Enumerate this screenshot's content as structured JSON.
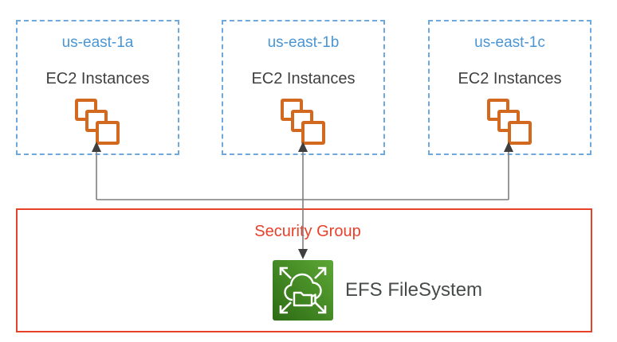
{
  "diagram": {
    "availability_zones": [
      {
        "name": "us-east-1a",
        "instances_label": "EC2 Instances"
      },
      {
        "name": "us-east-1b",
        "instances_label": "EC2 Instances"
      },
      {
        "name": "us-east-1c",
        "instances_label": "EC2 Instances"
      }
    ],
    "security_group": {
      "label": "Security Group"
    },
    "efs": {
      "label": "EFS FileSystem"
    },
    "icons": {
      "ec2": "stacked-instance-squares-icon",
      "efs": "cloud-folder-expand-arrows-icon"
    },
    "colors": {
      "az_border_blue": "#6FA8DC",
      "az_title_blue": "#4A96D4",
      "ec2_orange": "#D2691E",
      "security_group_red": "#E8412A",
      "connector_line_gray": "#7F7F7F",
      "arrowhead_gray": "#3F3F3F",
      "label_gray": "#404040",
      "efs_green_light": "#5CA734",
      "efs_green_dark": "#2C6B14"
    }
  }
}
